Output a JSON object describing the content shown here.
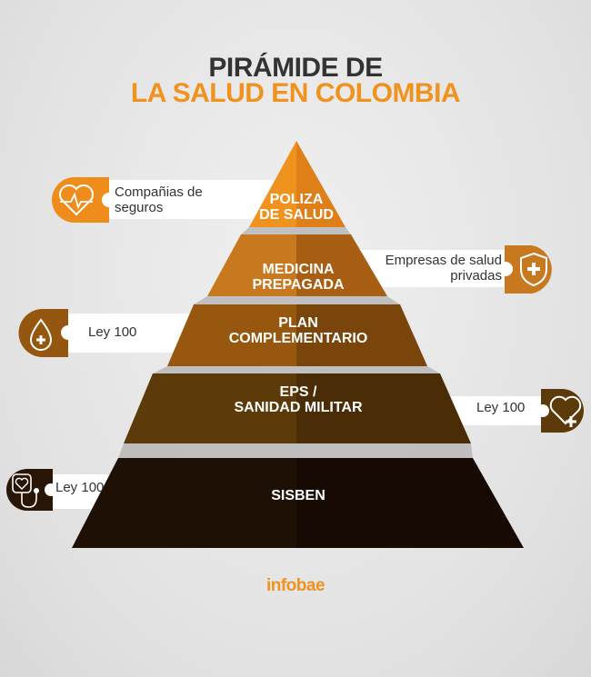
{
  "title": {
    "line1": "PIRÁMIDE DE",
    "line2": "LA SALUD EN COLOMBIA"
  },
  "colors": {
    "accent": "#f0921e",
    "title_dark": "#333333"
  },
  "tiers": [
    {
      "label_1": "POLIZA",
      "label_2": "DE SALUD",
      "callout": "Compañias de seguros",
      "callout_1": "Compañias de",
      "callout_2": "seguros",
      "icon": "heart-pulse-icon"
    },
    {
      "label_1": "MEDICINA",
      "label_2": "PREPAGADA",
      "callout_1": "Empresas de salud",
      "callout_2": "privadas",
      "icon": "shield-plus-icon"
    },
    {
      "label_1": "PLAN",
      "label_2": "COMPLEMENTARIO",
      "callout_1": "Ley 100",
      "icon": "drop-plus-icon"
    },
    {
      "label_1": "EPS /",
      "label_2": "SANIDAD MILITAR",
      "callout_1": "Ley 100",
      "icon": "heart-plus-icon"
    },
    {
      "label_1": "SISBEN",
      "callout_1": "Ley 100",
      "icon": "stethoscope-icon"
    }
  ],
  "brand": "infobae"
}
